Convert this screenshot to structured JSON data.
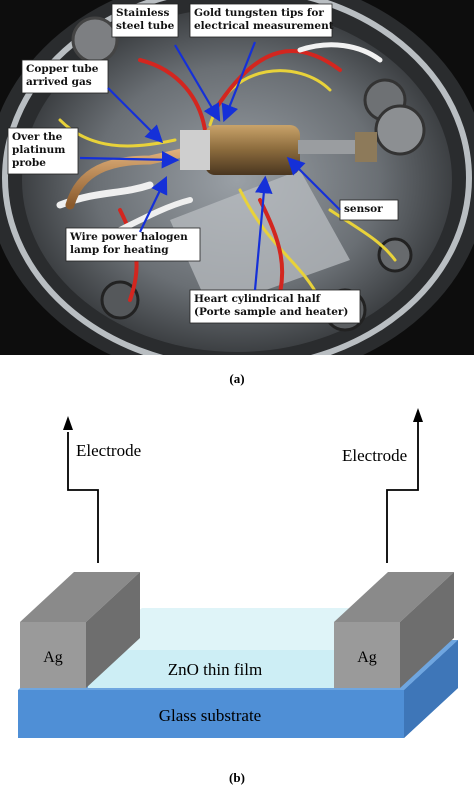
{
  "photo": {
    "callouts": [
      {
        "id": "stainless",
        "lines": [
          "Stainless",
          "steel tube"
        ]
      },
      {
        "id": "gold",
        "lines": [
          "Gold tungsten tips for",
          "electrical measurement"
        ]
      },
      {
        "id": "copper",
        "lines": [
          "Copper tube",
          "arrived gas"
        ]
      },
      {
        "id": "platinum",
        "lines": [
          "Over the",
          "platinum",
          "probe"
        ]
      },
      {
        "id": "sensor",
        "lines": [
          "sensor"
        ]
      },
      {
        "id": "lamp",
        "lines": [
          "Wire power halogen",
          "lamp for heating"
        ]
      },
      {
        "id": "heart",
        "lines": [
          "Heart cylindrical half",
          "(Porte sample and heater)"
        ]
      }
    ],
    "caption": "(a)"
  },
  "diagram": {
    "electrode_left": "Electrode",
    "electrode_right": "Electrode",
    "ag_left": "Ag",
    "ag_right": "Ag",
    "film": "ZnO thin film",
    "substrate": "Glass substrate",
    "caption": "(b)"
  },
  "colors": {
    "arrow_blue": "#1530d8",
    "film_cyan": "#cdeef5",
    "substrate_blue": "#4f8fd6",
    "ag_gray": "#8a8a8a"
  }
}
